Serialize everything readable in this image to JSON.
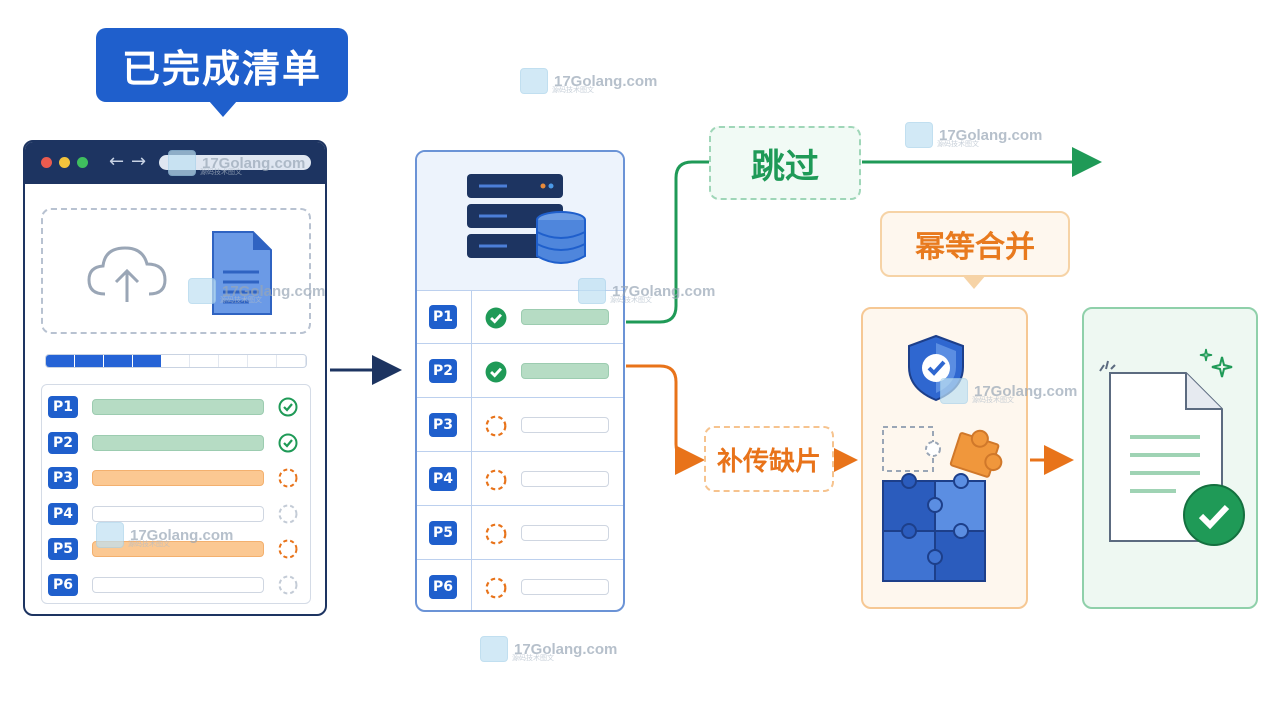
{
  "callout": {
    "title": "已完成清单"
  },
  "labels": {
    "skip": "跳过",
    "merge": "幂等合并",
    "fill": "补传缺片"
  },
  "browser": {
    "upload_progress_segments_total": 9,
    "upload_progress_segments_done": 4,
    "parts": [
      {
        "id": "P1",
        "status": "done",
        "fill": 1.0
      },
      {
        "id": "P2",
        "status": "done",
        "fill": 1.0
      },
      {
        "id": "P3",
        "status": "pending-partial",
        "fill": 1.0
      },
      {
        "id": "P4",
        "status": "empty",
        "fill": 0
      },
      {
        "id": "P5",
        "status": "pending-partial",
        "fill": 1.0
      },
      {
        "id": "P6",
        "status": "empty",
        "fill": 0
      }
    ]
  },
  "server": {
    "parts": [
      {
        "id": "P1",
        "status": "done"
      },
      {
        "id": "P2",
        "status": "done"
      },
      {
        "id": "P3",
        "status": "missing"
      },
      {
        "id": "P4",
        "status": "missing"
      },
      {
        "id": "P5",
        "status": "missing"
      },
      {
        "id": "P6",
        "status": "missing"
      }
    ]
  },
  "watermark": {
    "text": "17Golang.com",
    "sub": "源码技术图文"
  },
  "colors": {
    "primary": "#1f5fcc",
    "green": "#1f9a57",
    "orange": "#e8731a",
    "navy": "#1d3461"
  }
}
